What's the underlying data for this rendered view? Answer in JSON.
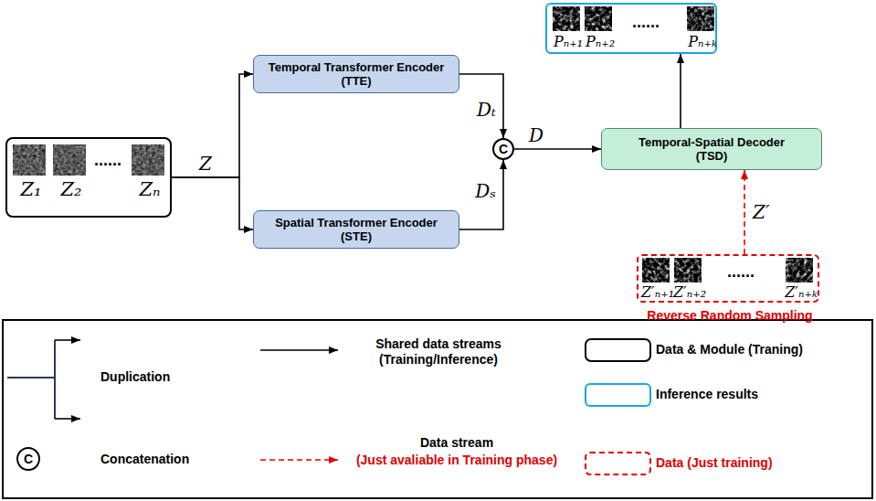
{
  "diagram": {
    "nodes": [
      {
        "text": [
          "Z₁",
          "Z₂",
          "......",
          "Zₙ"
        ]
      },
      {
        "text": [
          "Temporal Transformer Encoder",
          "(TTE)"
        ]
      },
      {
        "text": [
          "Spatial Transformer Encoder",
          "(STE)"
        ]
      },
      {
        "text": [
          "C"
        ]
      },
      {
        "text": [
          "Temporal-Spatial Decoder",
          "(TSD)"
        ]
      },
      {
        "text": [
          "Pₙ₊₁",
          "Pₙ₊₂",
          "......",
          "Pₙ₊ₖ"
        ]
      },
      {
        "text": [
          "Z′ₙ₊₁",
          "Z′ₙ₊₂",
          "......",
          "Z′ₙ₊ₖ",
          "Reverse Random Sampling"
        ]
      }
    ],
    "edges": [
      {
        "from": 0,
        "to": 1,
        "label": "Z",
        "arrow": "to"
      },
      {
        "from": 0,
        "to": 2,
        "arrow": "to"
      },
      {
        "from": 1,
        "to": 3,
        "label": "Dₜ",
        "arrow": "to"
      },
      {
        "from": 2,
        "to": 3,
        "label": "Dₛ",
        "arrow": "to"
      },
      {
        "from": 3,
        "to": 4,
        "label": "D",
        "arrow": "to"
      },
      {
        "from": 4,
        "to": 5,
        "arrow": "to"
      },
      {
        "from": 6,
        "to": 4,
        "label": "Z′",
        "arrow": "to"
      }
    ],
    "labels": [
      "C",
      "(Just avaliable in Training phase)"
    ],
    "legend": [
      {
        "text": "Duplication"
      },
      {
        "text": "Shared data streams (Training/Inference)"
      },
      {
        "text": "Data & Module (Traning)"
      },
      {
        "text": "Inference results"
      },
      {
        "text": "Concatenation"
      },
      {
        "text": "Data stream"
      },
      {
        "text": "Data (Just training)"
      }
    ]
  }
}
